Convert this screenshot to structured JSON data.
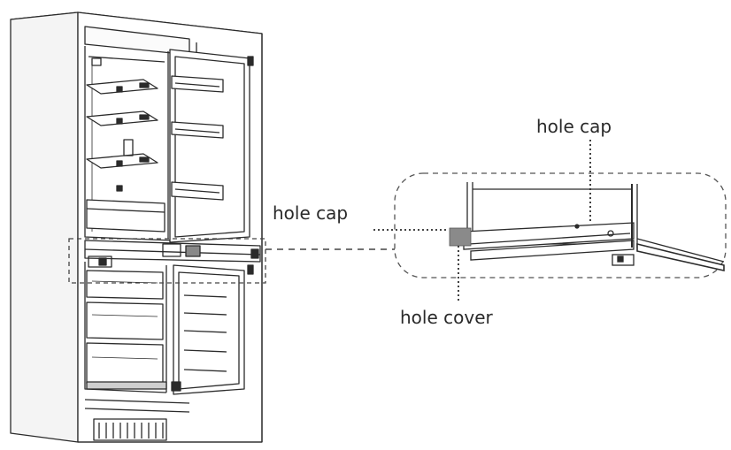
{
  "labels": {
    "hole_cap_top": "hole cap",
    "hole_cap_left": "hole cap",
    "hole_cover": "hole cover"
  },
  "colors": {
    "line": "#2b2b2b",
    "hole_cover_fill": "#8a8a8a",
    "dashed": "#555555"
  },
  "icons": {
    "main": "refrigerator-open-doors",
    "detail": "door-hinge-detail"
  }
}
